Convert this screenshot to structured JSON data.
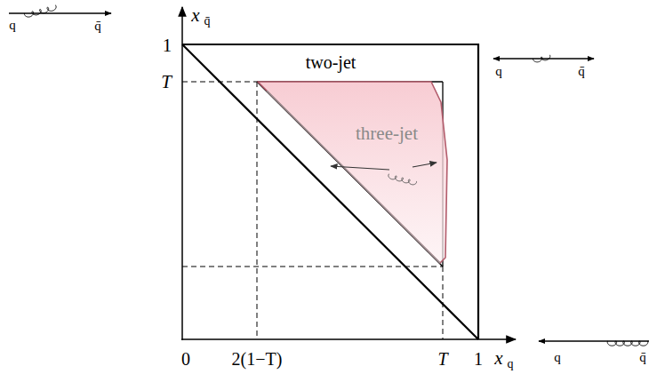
{
  "diagram": {
    "nodes": [
      {
        "text": [
          "three-jet"
        ]
      }
    ],
    "labels": [
      "1",
      "T",
      "x",
      "q̄",
      "two-jet",
      "0",
      "2(1−T)",
      "T",
      "1",
      "x",
      "q",
      "q",
      "q̄",
      "q",
      "q̄",
      "q",
      "q̄"
    ]
  }
}
